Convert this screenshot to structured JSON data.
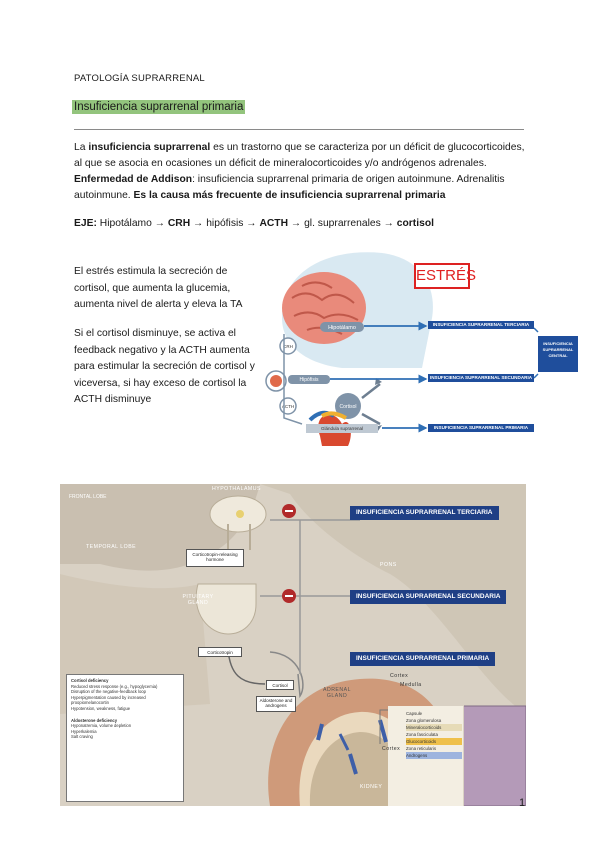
{
  "header": {
    "title": "PATOLOGÍA SUPRARRENAL"
  },
  "section": {
    "title": "Insuficiencia suprarrenal primaria"
  },
  "definition": {
    "p1_a": "La ",
    "p1_b": "insuficiencia suprarrenal",
    "p1_c": " es un trastorno que se caracteriza por un déficit de glucocorticoides, al que se asocia en ocasiones un déficit de mineralocorticoides y/o andrógenos adrenales.",
    "p2_a": "Enfermedad de Addison",
    "p2_b": ": insuficiencia suprarrenal primaria de origen autoinmune. Adrenalitis autoinmune. ",
    "p2_c": "Es la causa más frecuente de insuficiencia suprarrenal primaria"
  },
  "axis": {
    "label": "EJE:",
    "hipotalamo": " Hipotálamo → ",
    "crh": "CRH",
    "hipofisis": " → hipófisis → ",
    "acth": "ACTH",
    "gl": " → gl. suprarrenales → ",
    "cortisol": "cortisol"
  },
  "stress_text": "El estrés estimula la secreción de cortisol, que aumenta la glucemia, aumenta nivel de alerta y eleva la TA",
  "feedback_text": "Si el cortisol disminuye, se activa el feedback negativo y la ACTH aumenta para estimular la secreción de cortisol y viceversa, si hay exceso de cortisol la ACTH disminuye",
  "top_diagram": {
    "estres": "ESTRÉS",
    "hipotalamo": "Hipotálamo",
    "crh": "CRH",
    "hipofisis": "Hipófisis",
    "acth": "ACTH",
    "cortisol": "Cortisol",
    "glandula": "Glándula suprarrenal",
    "tag_terciaria": "INSUFICIENCIA SUPRARRENAL TERCIARIA",
    "tag_secundaria": "INSUFICIENCIA SUPRARRENAL SECUNDARIA",
    "tag_primaria": "INSUFICIENCIA SUPRARRENAL PRIMARIA",
    "tag_central": "INSUFICIENCIA SUPRARRENAL CENTRAL"
  },
  "figure": {
    "frontal_lobe": "FRONTAL LOBE",
    "hypothalamus": "HYPOTHALAMUS",
    "temporal_lobe": "TEMPORAL LOBE",
    "pons": "PONS",
    "pituitary": "PITUITARY GLAND",
    "crh_box": "Corticotropin-releasing hormone",
    "corticotropin": "Corticotropin",
    "cortisol": "Cortisol",
    "aldosterone": "Aldosterone and androgens",
    "adrenal": "ADRENAL GLAND",
    "kidney": "KIDNEY",
    "cortex": "Cortex",
    "medulla": "Medulla",
    "tag_terciaria": "INSUFICIENCIA SUPRARRENAL TERCIARIA",
    "tag_secundaria": "INSUFICIENCIA SUPRARRENAL SECUNDARIA",
    "tag_primaria": "INSUFICIENCIA SUPRARRENAL PRIMARIA",
    "zones": [
      "Capsule",
      "Zona glomerulosa",
      "Mineralocorticoids",
      "Zona fasciculata",
      "Glucocorticoids",
      "Zona reticularis",
      "Androgens"
    ],
    "cortex_side": "Cortex",
    "cortisol_def_title": "Cortisol deficiency",
    "cortisol_def_items": [
      "Reduced stress response (e.g., hypoglycemia)",
      "Disruption of the negative-feedback loop",
      "Hyperpigmentation caused by increased proopiomelanocortin",
      "Hypotension, weakness, fatigue"
    ],
    "aldo_def_title": "Aldosterone deficiency",
    "aldo_def_items": [
      "Hyponatremia, volume depletion",
      "Hyperkalemia",
      "Salt craving"
    ]
  },
  "page_number": "1"
}
